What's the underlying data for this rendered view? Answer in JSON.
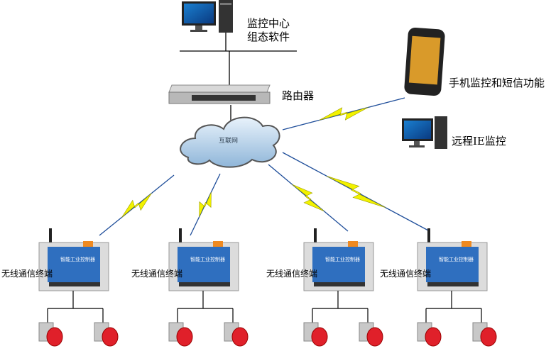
{
  "center": {
    "line1": "监控中心",
    "line2": "组态软件"
  },
  "router": {
    "label": "路由器"
  },
  "cloud": {
    "label": "互联网"
  },
  "phone": {
    "label": "手机监控和短信功能"
  },
  "remote_pc": {
    "label": "远程IE监控"
  },
  "terminals": [
    {
      "label": "无线通信终端",
      "device_label": "智能工业控制器"
    },
    {
      "label": "无线通信终端",
      "device_label": "智能工业控制器"
    },
    {
      "label": "无线通信终端",
      "device_label": "智能工业控制器"
    },
    {
      "label": "无线通信终端",
      "device_label": "智能工业控制器"
    }
  ],
  "colors": {
    "lightning": "#f2f200",
    "link": "#1f4e9a",
    "device": "#2f6fbf",
    "button": "#e0202a"
  }
}
